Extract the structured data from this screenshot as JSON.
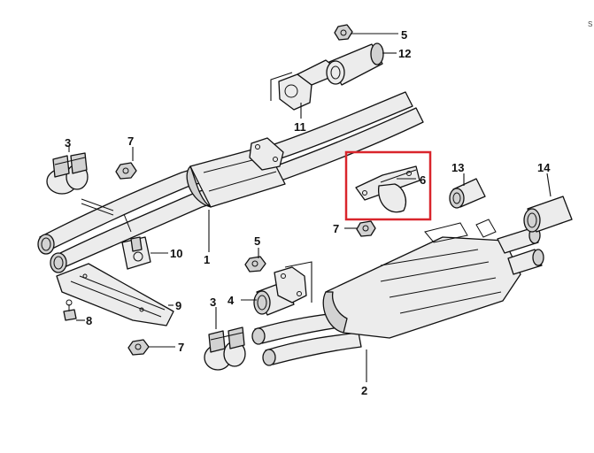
{
  "corner_mark": "S",
  "highlight_color": "#d9252c",
  "callouts": {
    "c1": "1",
    "c2": "2",
    "c3_left": "3",
    "c3_bottom": "3",
    "c4": "4",
    "c5_top": "5",
    "c5_mid": "5",
    "c6": "6",
    "c7_upper": "7",
    "c7_right": "7",
    "c7_lower": "7",
    "c8": "8",
    "c9": "9",
    "c10": "10",
    "c11": "11",
    "c12": "12",
    "c13": "13",
    "c14": "14"
  }
}
